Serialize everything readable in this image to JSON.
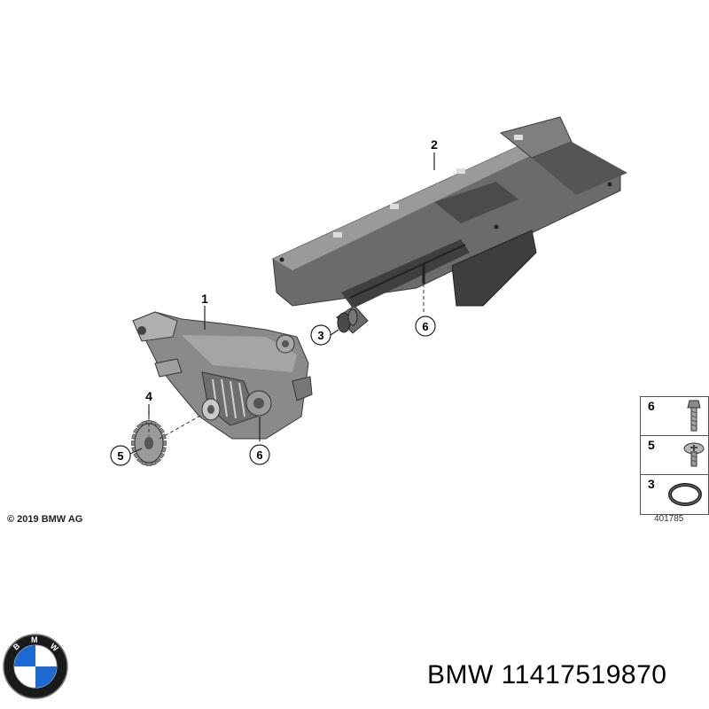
{
  "copyright": "© 2019 BMW AG",
  "drawing_number": "401785",
  "part_number_text": "BMW 11417519870",
  "logo_letters": "BMW",
  "callouts": {
    "oil_pump": "1",
    "oil_pan_baffle": "2",
    "o_ring": "3",
    "sprocket_label": "4",
    "screw_at_sprocket": "5",
    "bolt_at_pump": "6",
    "bolt_at_baffle": "6"
  },
  "legend": [
    {
      "num": "6",
      "icon": "bolt-icon"
    },
    {
      "num": "5",
      "icon": "torx-screw-icon"
    },
    {
      "num": "3",
      "icon": "o-ring-icon"
    }
  ],
  "colors": {
    "part_dark": "#5b5b5b",
    "part_mid": "#8a8a8a",
    "part_light": "#b8b8b8",
    "logo_blue": "#1c69d4"
  }
}
